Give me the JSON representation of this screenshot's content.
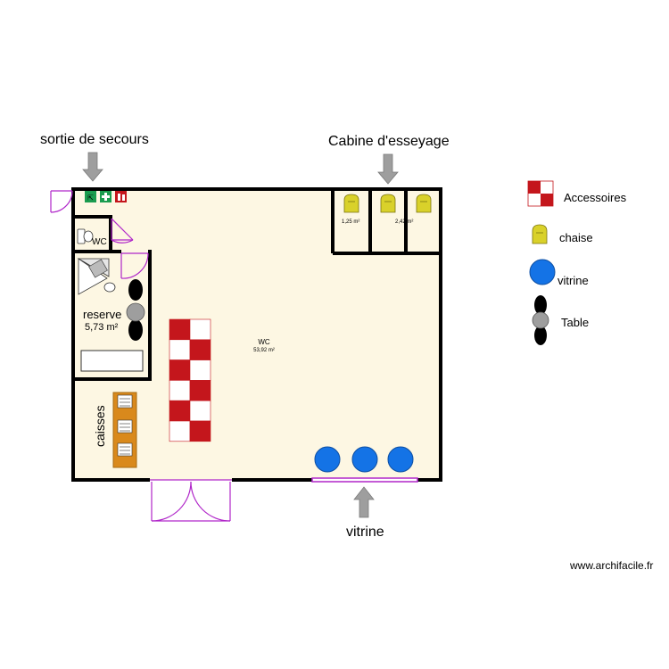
{
  "labels": {
    "exit": "sortie de secours",
    "fitting": "Cabine d'esseyage",
    "storefront": "vitrine",
    "cashiers": "caisses",
    "wc_small": "WC",
    "reserve": "reserve",
    "reserve_area": "5,73 m²",
    "main_room": "WC",
    "main_area": "53,92 m²",
    "cabin1_area": "1,25 m²",
    "cabin2_area": "2,42 m²",
    "watermark": "www.archifacile.fr"
  },
  "legend": [
    {
      "label": "Accessoires",
      "icon": "checker-icon"
    },
    {
      "label": "chaise",
      "icon": "chair-icon"
    },
    {
      "label": "vitrine",
      "icon": "blue-circle-icon"
    },
    {
      "label": "Table",
      "icon": "table-icon"
    }
  ],
  "colors": {
    "floor": "#fdf7e3",
    "wall": "#000000",
    "door": "#b026c9",
    "arrow": "#9e9e9e",
    "checker_red": "#c4161c",
    "chair_yellow": "#d9d12a",
    "vitrine_blue": "#1473e6",
    "table_grey": "#9e9e9e",
    "counter_orange": "#d9891c",
    "exit_green": "#1b9c4f",
    "fire_red": "#c4161c"
  }
}
